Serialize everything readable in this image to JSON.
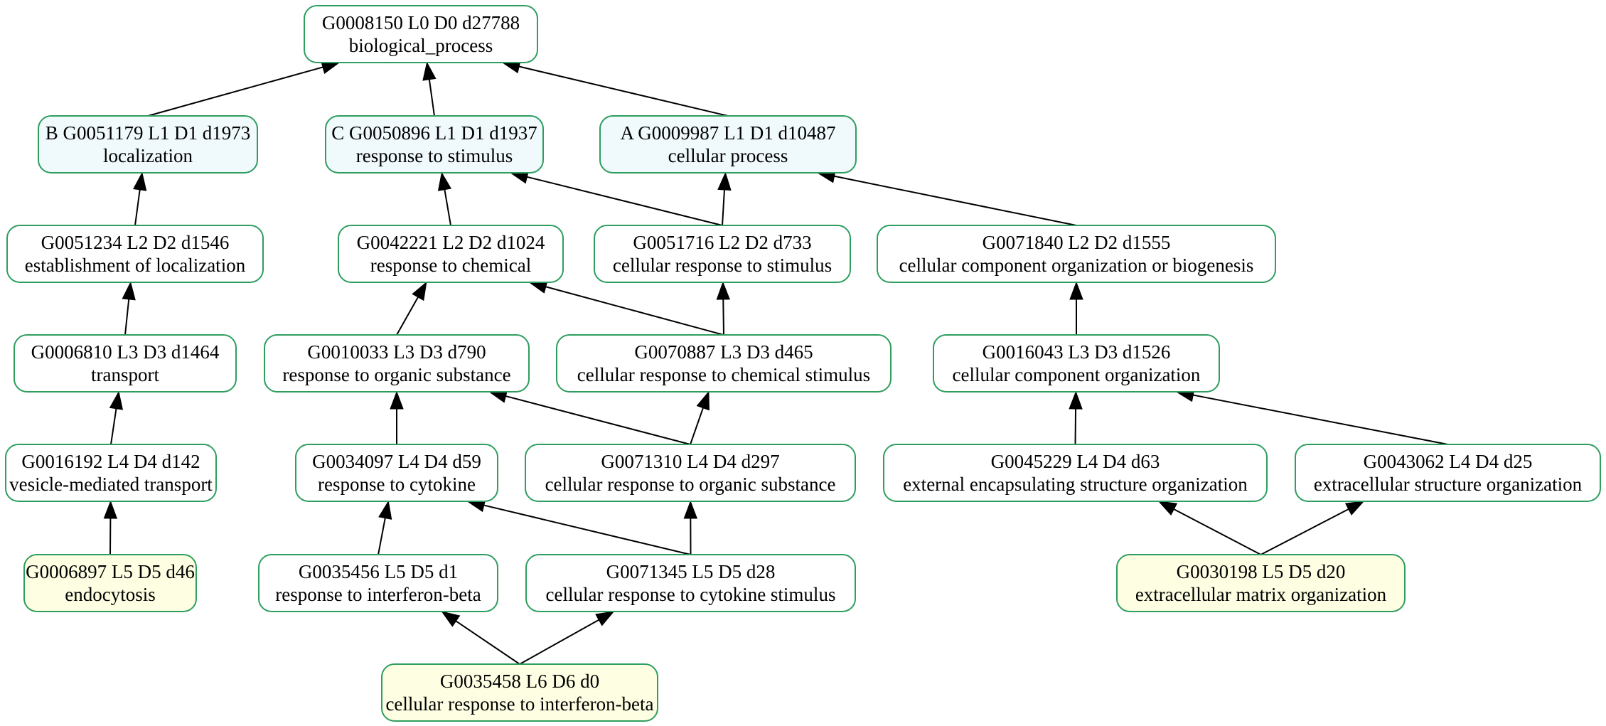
{
  "colors": {
    "border": "#2e9e5e",
    "top_fill": "#ffffff",
    "level1_fill": "#f0f9fb",
    "default_fill": "#ffffff",
    "leaf_fill": "#fefee3",
    "edge": "#000000"
  },
  "nodes": [
    {
      "id": "n8150",
      "line1": "G0008150 L0 D0 d27788",
      "line2": "biological_process",
      "style": "top"
    },
    {
      "id": "n51179",
      "line1": "B  G0051179 L1 D1 d1973",
      "line2": "localization",
      "style": "level1"
    },
    {
      "id": "n50896",
      "line1": "C  G0050896 L1 D1 d1937",
      "line2": "response to stimulus",
      "style": "level1"
    },
    {
      "id": "n9987",
      "line1": "A  G0009987 L1 D1 d10487",
      "line2": "cellular process",
      "style": "level1"
    },
    {
      "id": "n51234",
      "line1": "G0051234 L2 D2 d1546",
      "line2": "establishment of localization",
      "style": "default"
    },
    {
      "id": "n42221",
      "line1": "G0042221 L2 D2 d1024",
      "line2": "response to chemical",
      "style": "default"
    },
    {
      "id": "n51716",
      "line1": "G0051716 L2 D2 d733",
      "line2": "cellular response to stimulus",
      "style": "default"
    },
    {
      "id": "n71840",
      "line1": "G0071840 L2 D2 d1555",
      "line2": "cellular component organization or biogenesis",
      "style": "default"
    },
    {
      "id": "n6810",
      "line1": "G0006810 L3 D3 d1464",
      "line2": "transport",
      "style": "default"
    },
    {
      "id": "n10033",
      "line1": "G0010033 L3 D3 d790",
      "line2": "response to organic substance",
      "style": "default"
    },
    {
      "id": "n70887",
      "line1": "G0070887 L3 D3 d465",
      "line2": "cellular response to chemical stimulus",
      "style": "default"
    },
    {
      "id": "n16043",
      "line1": "G0016043 L3 D3 d1526",
      "line2": "cellular component organization",
      "style": "default"
    },
    {
      "id": "n16192",
      "line1": "G0016192 L4 D4 d142",
      "line2": "vesicle-mediated transport",
      "style": "default"
    },
    {
      "id": "n34097",
      "line1": "G0034097 L4 D4 d59",
      "line2": "response to cytokine",
      "style": "default"
    },
    {
      "id": "n71310",
      "line1": "G0071310 L4 D4 d297",
      "line2": "cellular response to organic substance",
      "style": "default"
    },
    {
      "id": "n45229",
      "line1": "G0045229 L4 D4 d63",
      "line2": "external encapsulating structure organization",
      "style": "default"
    },
    {
      "id": "n43062",
      "line1": "G0043062 L4 D4 d25",
      "line2": "extracellular structure organization",
      "style": "default"
    },
    {
      "id": "n6897",
      "line1": "G0006897 L5 D5 d46",
      "line2": "endocytosis",
      "style": "leaf"
    },
    {
      "id": "n35456",
      "line1": "G0035456 L5 D5 d1",
      "line2": "response to interferon-beta",
      "style": "default"
    },
    {
      "id": "n71345",
      "line1": "G0071345 L5 D5 d28",
      "line2": "cellular response to cytokine stimulus",
      "style": "default"
    },
    {
      "id": "n30198",
      "line1": "G0030198 L5 D5 d20",
      "line2": "extracellular matrix organization",
      "style": "leaf"
    },
    {
      "id": "n35458",
      "line1": "G0035458 L6 D6 d0",
      "line2": "cellular response to interferon-beta",
      "style": "leaf"
    }
  ],
  "edges": [
    [
      "n51179",
      "n8150"
    ],
    [
      "n50896",
      "n8150"
    ],
    [
      "n9987",
      "n8150"
    ],
    [
      "n51234",
      "n51179"
    ],
    [
      "n42221",
      "n50896"
    ],
    [
      "n51716",
      "n50896"
    ],
    [
      "n51716",
      "n9987"
    ],
    [
      "n71840",
      "n9987"
    ],
    [
      "n6810",
      "n51234"
    ],
    [
      "n10033",
      "n42221"
    ],
    [
      "n70887",
      "n42221"
    ],
    [
      "n70887",
      "n51716"
    ],
    [
      "n16043",
      "n71840"
    ],
    [
      "n16192",
      "n6810"
    ],
    [
      "n34097",
      "n10033"
    ],
    [
      "n71310",
      "n10033"
    ],
    [
      "n71310",
      "n70887"
    ],
    [
      "n45229",
      "n16043"
    ],
    [
      "n43062",
      "n16043"
    ],
    [
      "n6897",
      "n16192"
    ],
    [
      "n35456",
      "n34097"
    ],
    [
      "n71345",
      "n34097"
    ],
    [
      "n71345",
      "n71310"
    ],
    [
      "n30198",
      "n45229"
    ],
    [
      "n30198",
      "n43062"
    ],
    [
      "n35458",
      "n35456"
    ],
    [
      "n35458",
      "n71345"
    ]
  ]
}
